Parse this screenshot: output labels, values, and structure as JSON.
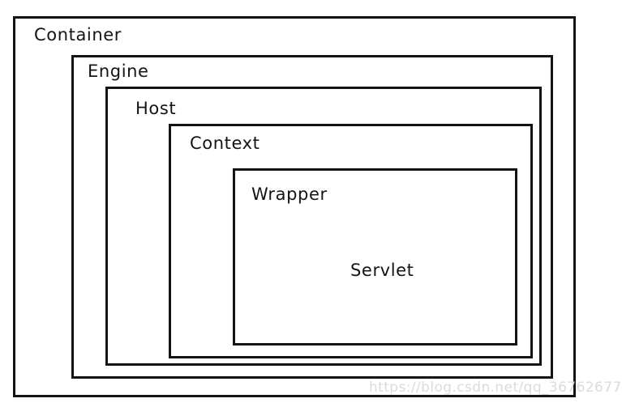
{
  "diagram": {
    "labels": {
      "container": "Container",
      "engine": "Engine",
      "host": "Host",
      "context": "Context",
      "wrapper": "Wrapper",
      "servlet": "Servlet"
    },
    "nesting_order": [
      "Container",
      "Engine",
      "Host",
      "Context",
      "Wrapper",
      "Servlet"
    ]
  },
  "watermark": {
    "text": "https://blog.csdn.net/qq_36762677"
  },
  "colors": {
    "border": "#141414",
    "label_text": "#141414",
    "background": "#ffffff",
    "watermark": "#d6d6d6"
  }
}
